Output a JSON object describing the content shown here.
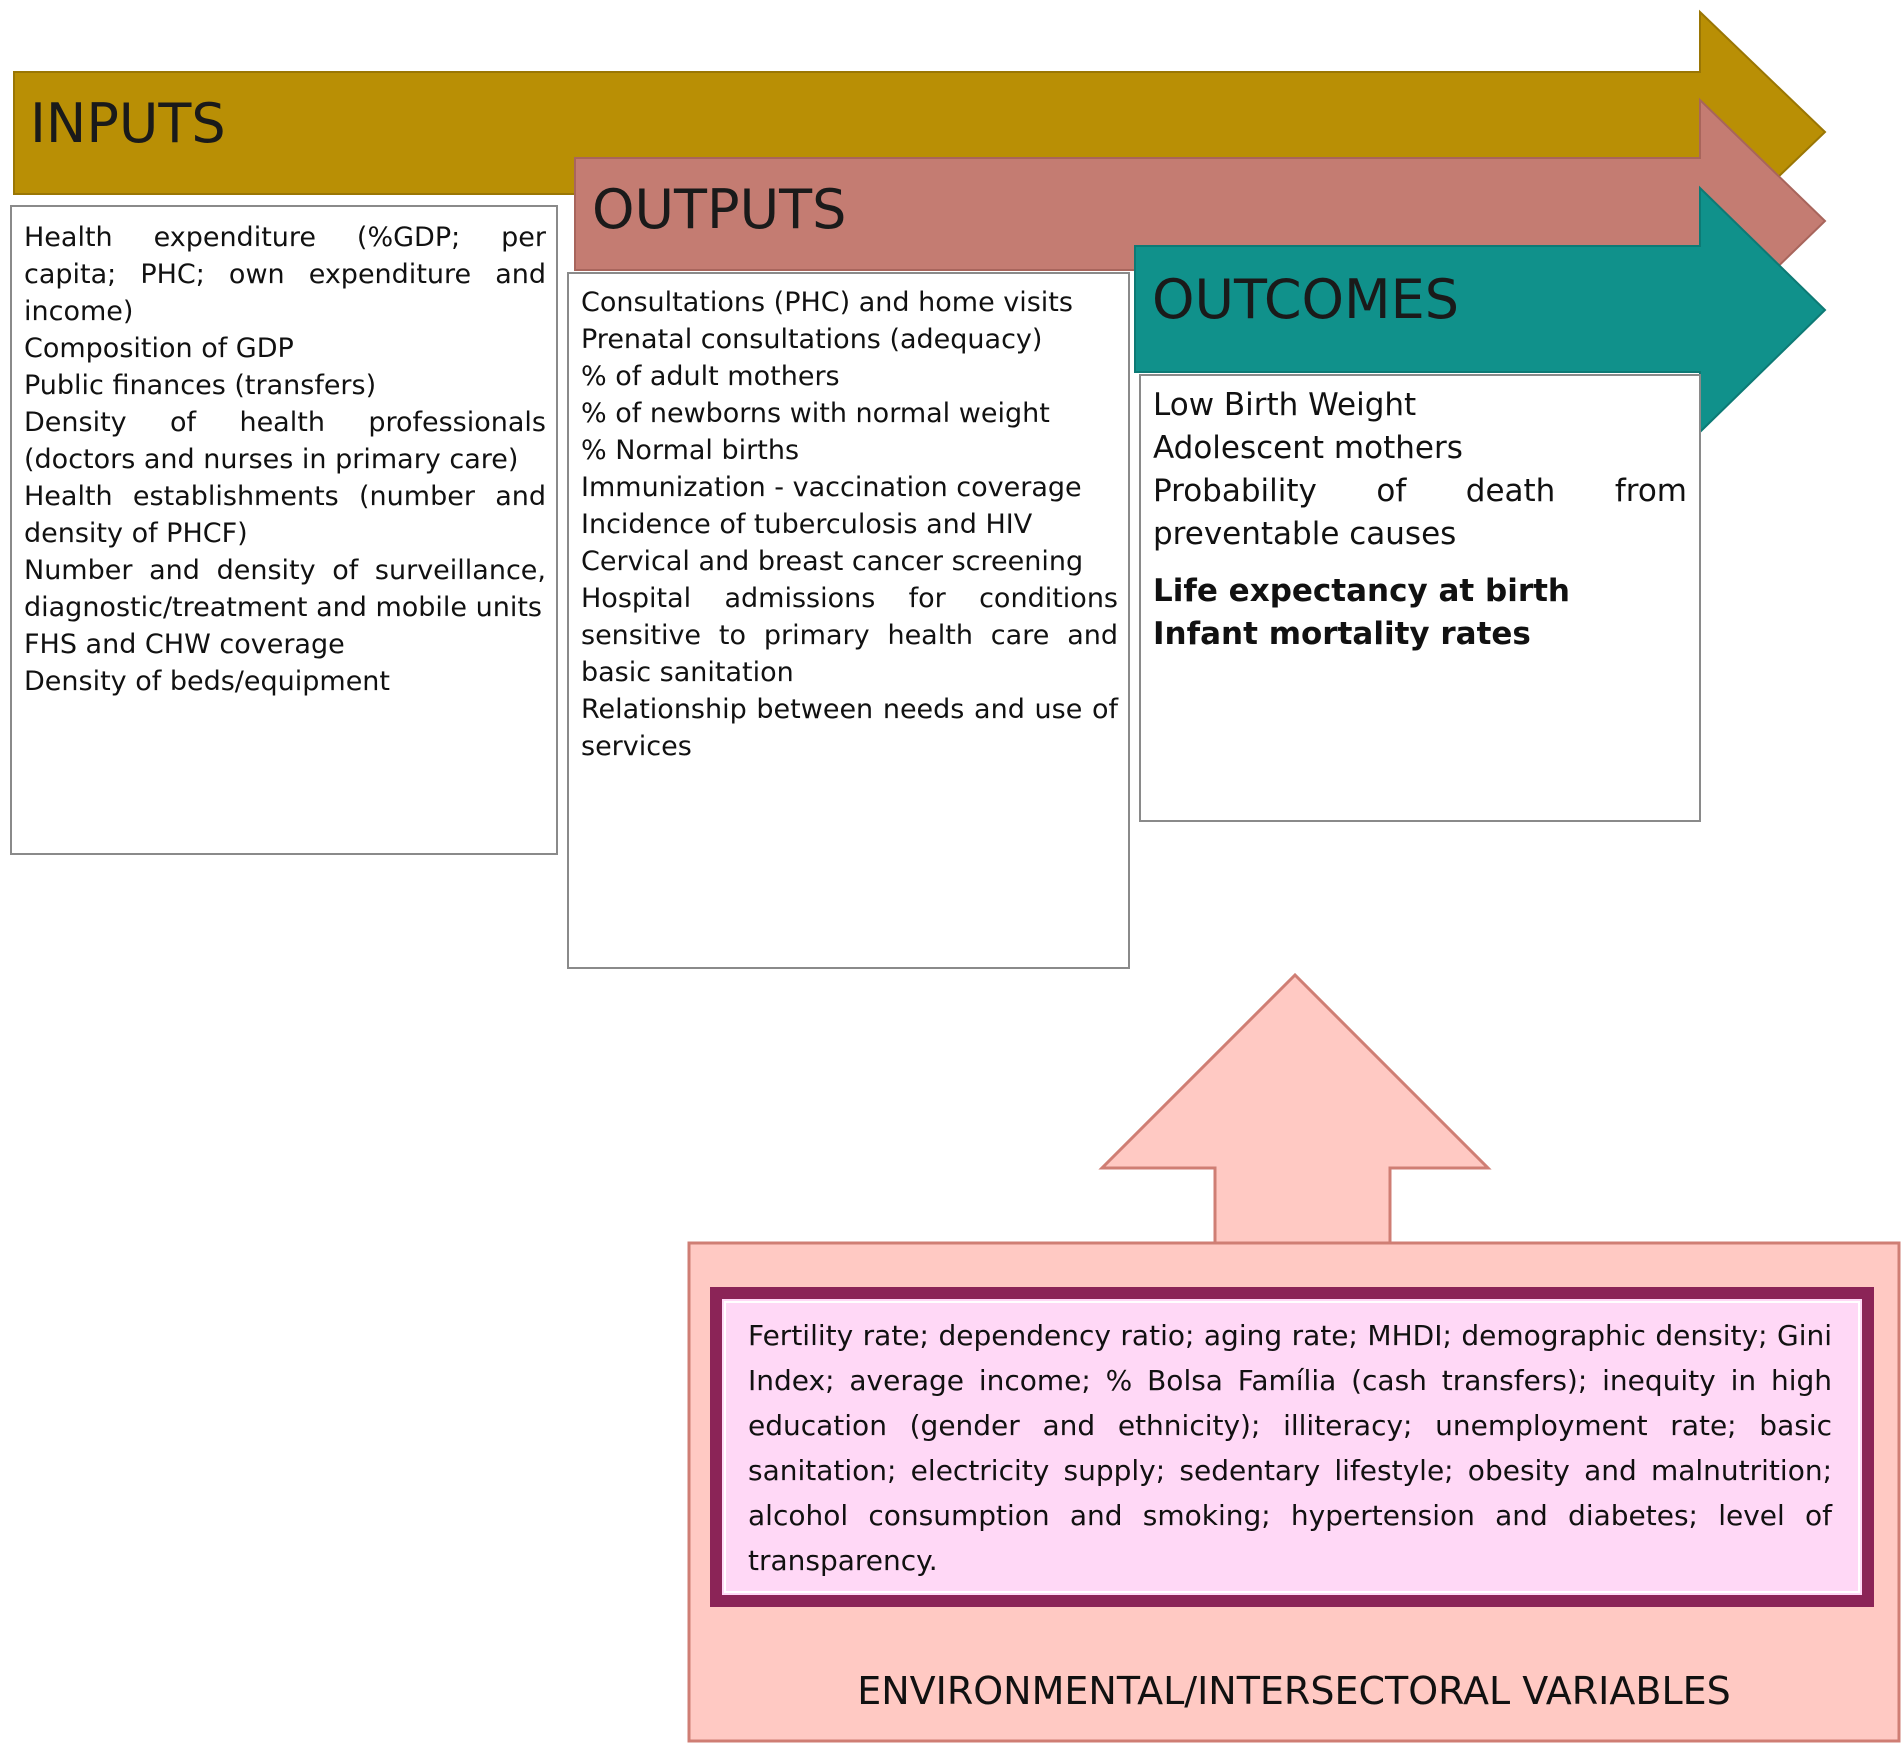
{
  "inputs": {
    "title": "INPUTS",
    "items": [
      "Health expenditure (%GDP; per capita; PHC; own expenditure and income)",
      "Composition of GDP",
      "Public finances (transfers)",
      "Density of health professionals (doctors and nurses in primary care)",
      "Health establishments (number and density of PHCF)",
      "Number and density of surveillance, diagnostic/treatment and mobile units",
      "FHS and CHW coverage",
      "Density of beds/equipment"
    ]
  },
  "outputs": {
    "title": "OUTPUTS",
    "items": [
      "Consultations (PHC) and home visits",
      "Prenatal consultations (adequacy)",
      "% of adult mothers",
      "% of newborns with normal weight",
      "% Normal births",
      "Immunization - vaccination coverage",
      "Incidence of tuberculosis and HIV",
      "Cervical and breast cancer screening",
      "Hospital admissions for conditions sensitive to primary health care and basic sanitation",
      "Relationship between needs and use of services"
    ]
  },
  "outcomes": {
    "title": "OUTCOMES",
    "items": [
      "Low Birth Weight",
      "Adolescent mothers",
      "Probability of death from preventable causes"
    ],
    "bold_items": [
      "Life expectancy at birth",
      "Infant mortality rates"
    ]
  },
  "environment": {
    "variables_text": "Fertility rate; dependency ratio; aging rate; MHDI; demographic density; Gini Index; average income; % Bolsa Família (cash transfers); inequity in high education (gender and ethnicity); illiteracy; unemployment rate; basic sanitation; electricity supply; sedentary lifestyle; obesity and malnutrition; alcohol consumption and smoking; hypertension and diabetes; level of transparency.",
    "label": "ENVIRONMENTAL/INTERSECTORAL VARIABLES"
  },
  "colors": {
    "inputs_arrow": "#b98f05",
    "outputs_arrow": "#c47c72",
    "outcomes_arrow": "#10918b",
    "environment_fill": "#ffc9c3",
    "environment_border": "#cf7e74",
    "variables_fill": "#ffd8f6",
    "variables_border": "#8b2457"
  }
}
